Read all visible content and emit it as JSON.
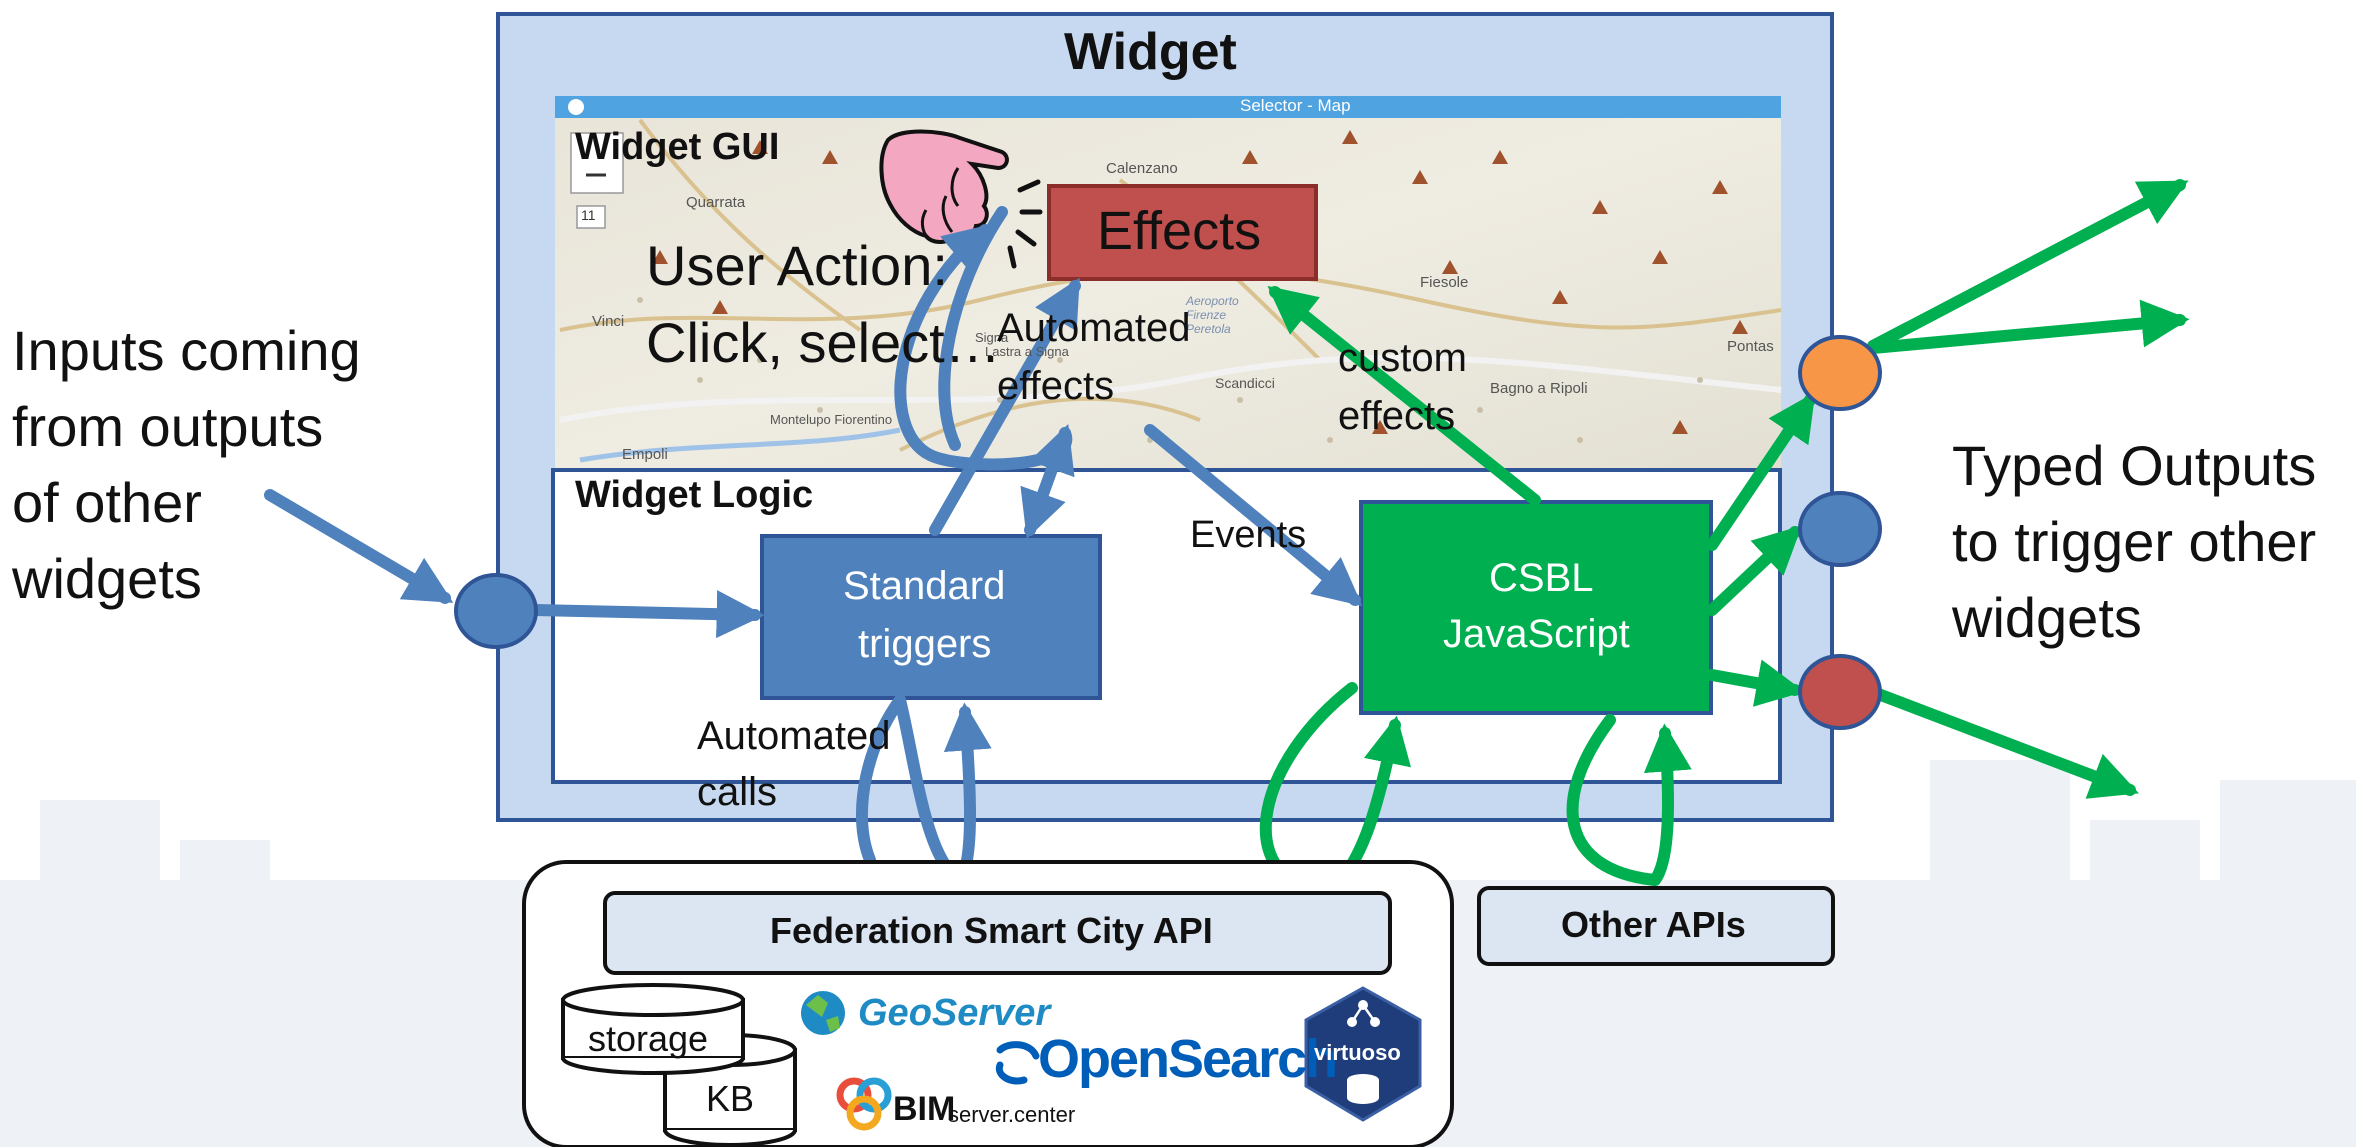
{
  "widget": {
    "title": "Widget",
    "gui": {
      "label": "Widget GUI",
      "map_title": "Selector - Map",
      "map_zoom_badge": "11",
      "places": [
        "Quarrata",
        "Calenzano",
        "Fiesole",
        "Vinci",
        "Signa",
        "Lastra a Signa",
        "Scandicci",
        "Montelupo Fiorentino",
        "Empoli",
        "Bagno a Ripoli",
        "Pontas",
        "Aeroporto Firenze Peretola"
      ],
      "user_action_line1": "User Action:",
      "user_action_line2": "Click, select…",
      "effects_label": "Effects",
      "automated_effects_line1": "Automated",
      "automated_effects_line2": "effects",
      "custom_effects_line1": "custom",
      "custom_effects_line2": "effects"
    },
    "logic": {
      "label": "Widget Logic",
      "standard_triggers_line1": "Standard",
      "standard_triggers_line2": "triggers",
      "events_label": "Events",
      "csbl_line1": "CSBL",
      "csbl_line2": "JavaScript",
      "automated_calls_line1": "Automated",
      "automated_calls_line2": "calls"
    }
  },
  "inputs_text": [
    "Inputs coming",
    "from outputs",
    "of other",
    "widgets"
  ],
  "outputs_text": [
    "Typed Outputs",
    "to trigger other",
    "widgets"
  ],
  "apis": {
    "federation_label": "Federation Smart City API",
    "other_label": "Other APIs",
    "storage_label": "storage",
    "kb_label": "KB",
    "logos": {
      "geoserver": "GeoServer",
      "opensearch": "OpenSearch",
      "bim_main": "BIM",
      "bim_sub": "server.center",
      "virtuoso": "virtuoso"
    }
  },
  "colors": {
    "widget_fill": "#c7d9f0",
    "frame_stroke": "#2f5597",
    "blue": "#4f81bd",
    "green": "#00b050",
    "effects_red": "#c0504d",
    "output_orange": "#f79646",
    "api_fill": "#dce6f2",
    "geoserver": "#1f8bc4",
    "opensearch": "#005eb8",
    "virtuoso": "#1f3d7a"
  }
}
